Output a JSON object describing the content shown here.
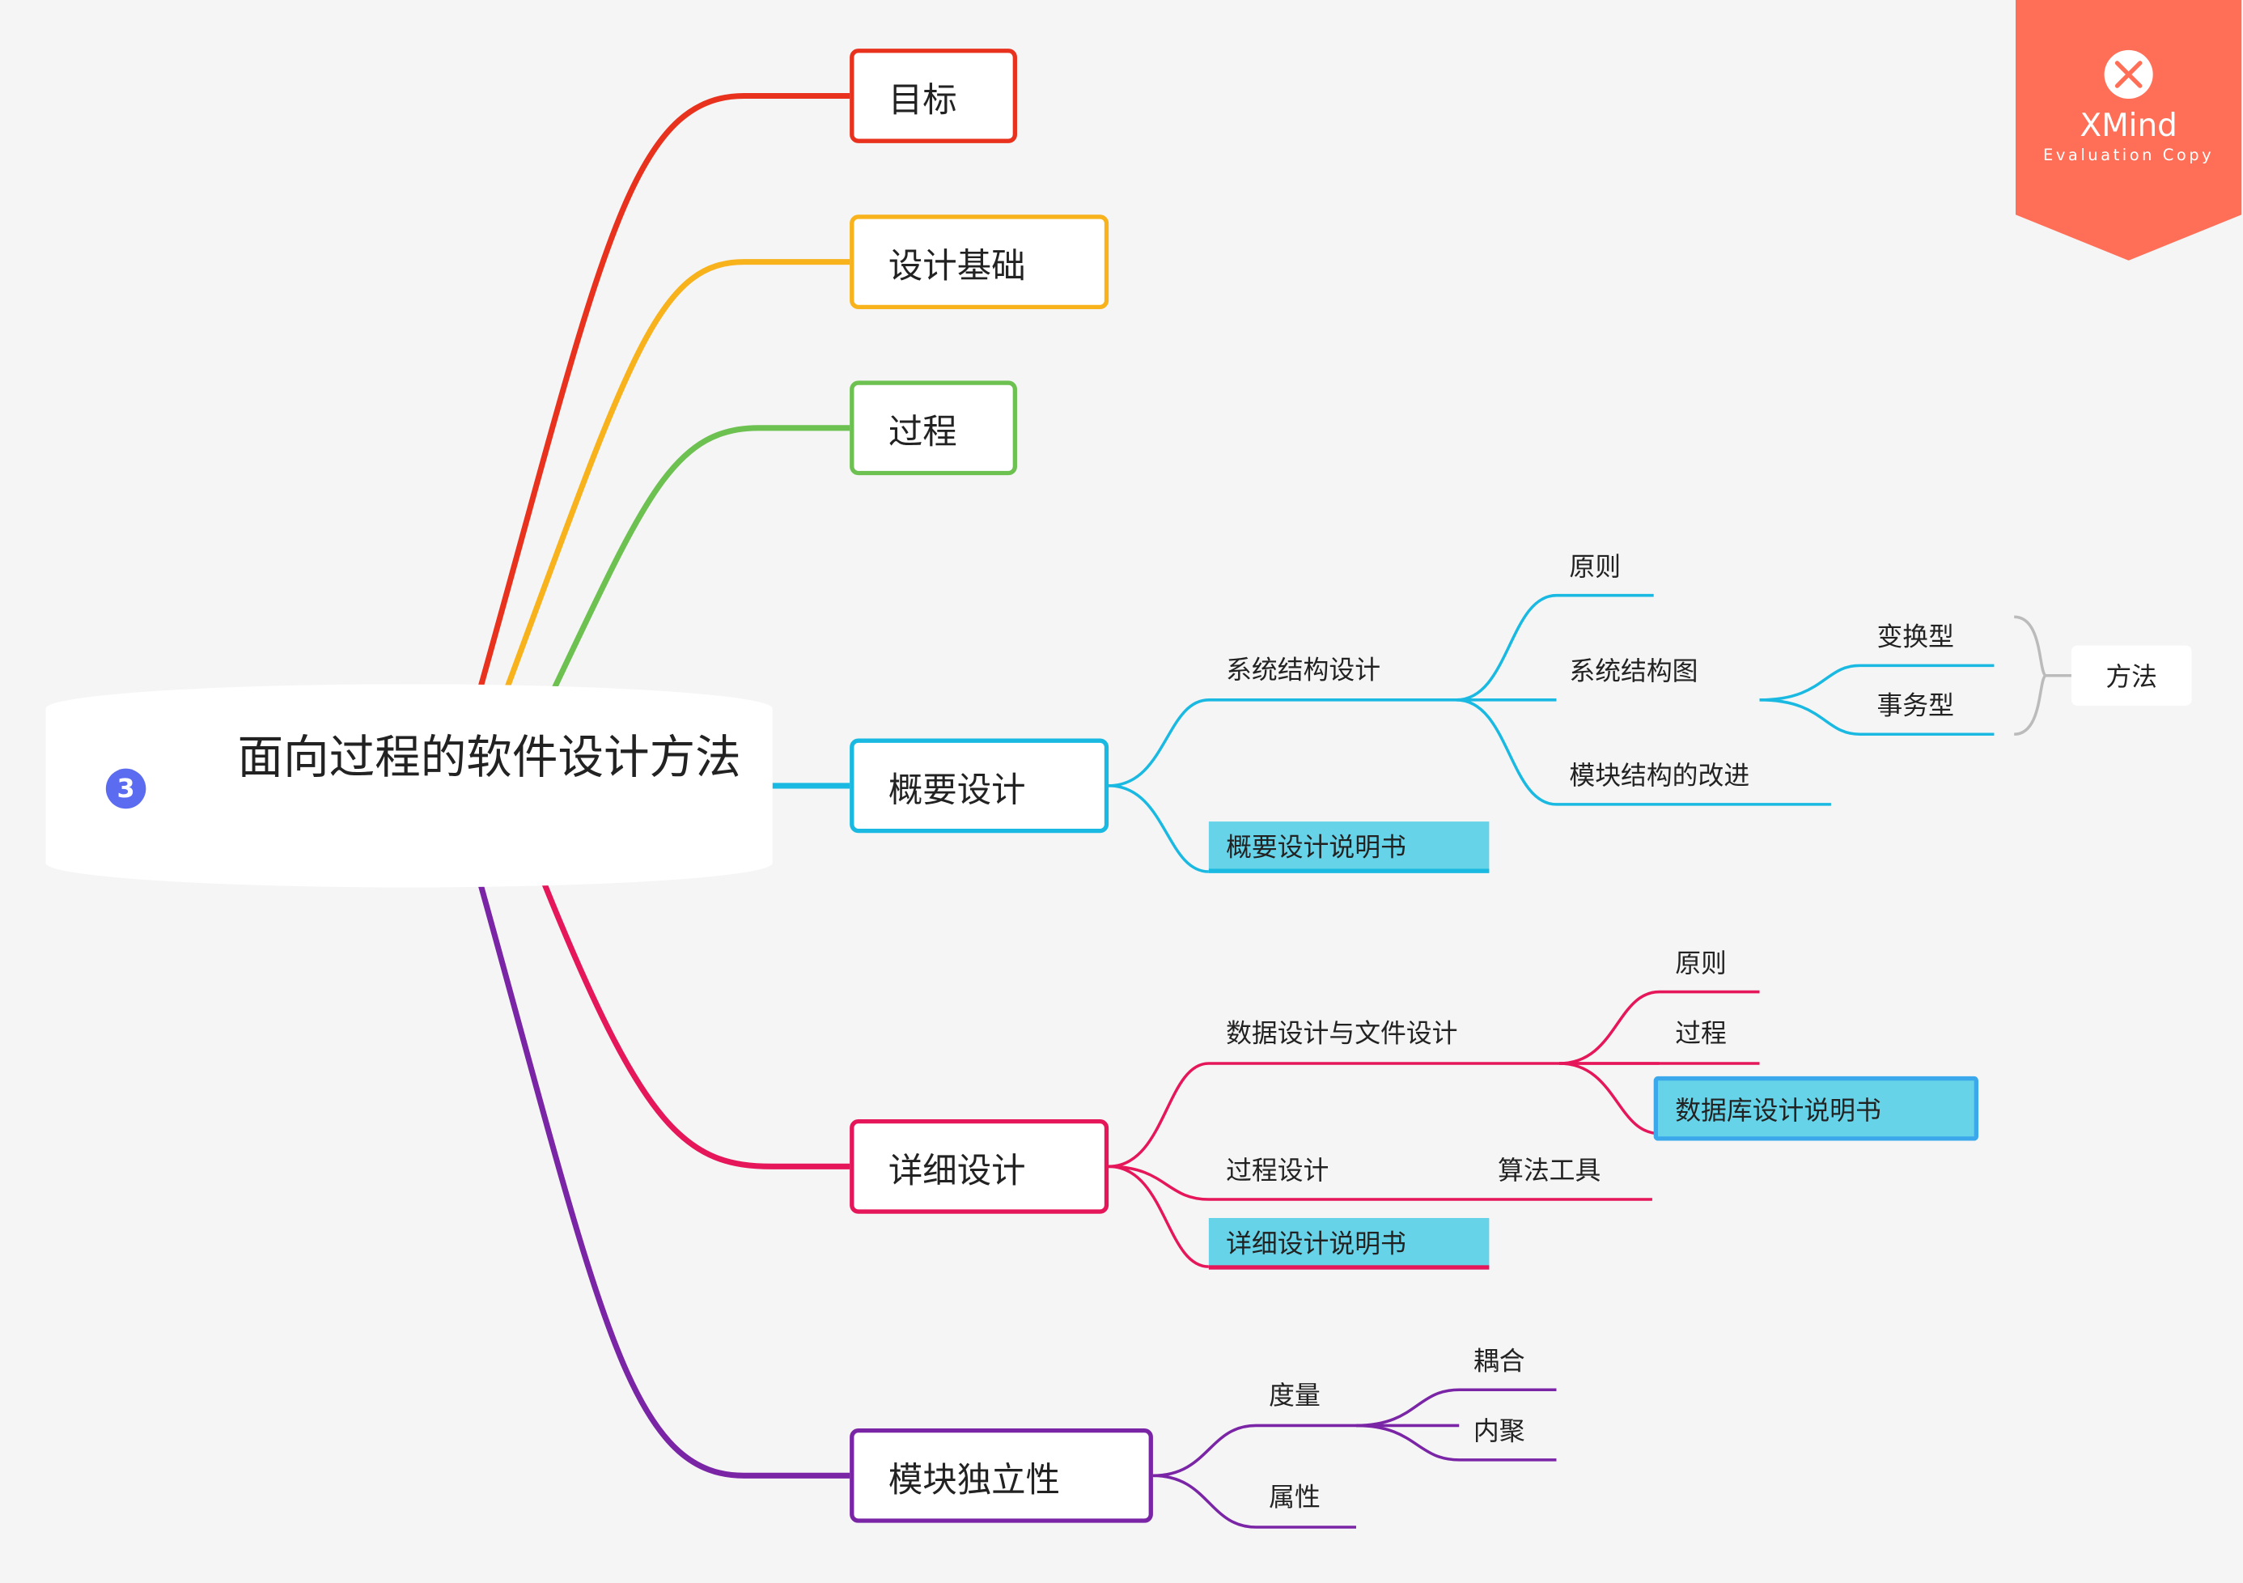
{
  "central": {
    "number": "3",
    "title": "面向过程的软件设计方法"
  },
  "watermark": {
    "brand": "XMind",
    "subtitle": "Evaluation Copy"
  },
  "branches": [
    {
      "label": "目标",
      "color": "#e8321e"
    },
    {
      "label": "设计基础",
      "color": "#f7b21c"
    },
    {
      "label": "过程",
      "color": "#6cc151"
    },
    {
      "label": "概要设计",
      "color": "#1ab9e2",
      "children": [
        {
          "label": "系统结构设计",
          "children": [
            {
              "label": "原则"
            },
            {
              "label": "系统结构图",
              "children": [
                {
                  "label": "变换型"
                },
                {
                  "label": "事务型"
                }
              ]
            },
            {
              "label": "模块结构的改进"
            }
          ]
        },
        {
          "label": "概要设计说明书",
          "highlight": true
        }
      ],
      "summary": {
        "label": "方法"
      }
    },
    {
      "label": "详细设计",
      "color": "#e5175a",
      "children": [
        {
          "label": "数据设计与文件设计",
          "children": [
            {
              "label": "原则"
            },
            {
              "label": "过程"
            },
            {
              "label": "数据库设计说明书",
              "highlight": true
            }
          ]
        },
        {
          "label": "过程设计",
          "children": [
            {
              "label": "算法工具"
            }
          ]
        },
        {
          "label": "详细设计说明书",
          "highlight": true
        }
      ]
    },
    {
      "label": "模块独立性",
      "color": "#7a24a6",
      "children": [
        {
          "label": "度量",
          "children": [
            {
              "label": "耦合"
            },
            {
              "label": "内聚"
            }
          ]
        },
        {
          "label": "属性"
        }
      ]
    }
  ]
}
